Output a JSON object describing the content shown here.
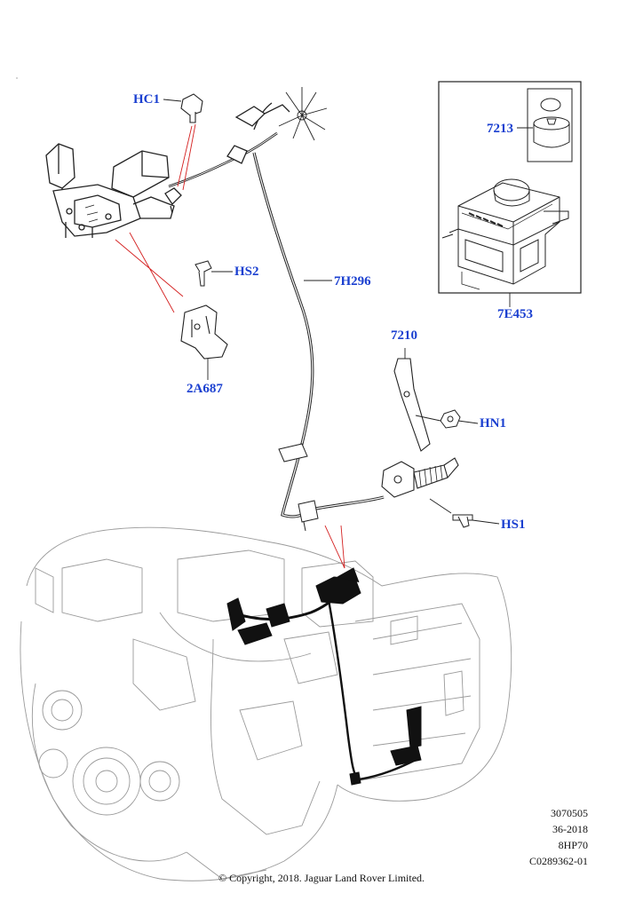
{
  "callouts": {
    "hc1": "HC1",
    "hs2": "HS2",
    "hn1": "HN1",
    "hs1": "HS1",
    "cable_7h296": "7H296",
    "bracket_2a687": "2A687",
    "bracket_7210": "7210",
    "knob_7213": "7213",
    "selector_7e453": "7E453"
  },
  "reference": {
    "line1": "3070505",
    "line2": "36-2018",
    "line3": "8HP70",
    "line4": "C0289362-01"
  },
  "copyright": "© Copyright, 2018. Jaguar Land Rover Limited.",
  "colors": {
    "callout": "#1a3fd0",
    "leader": "#d42020",
    "outline": "#222222",
    "engine_outline": "#9a9a9a"
  }
}
